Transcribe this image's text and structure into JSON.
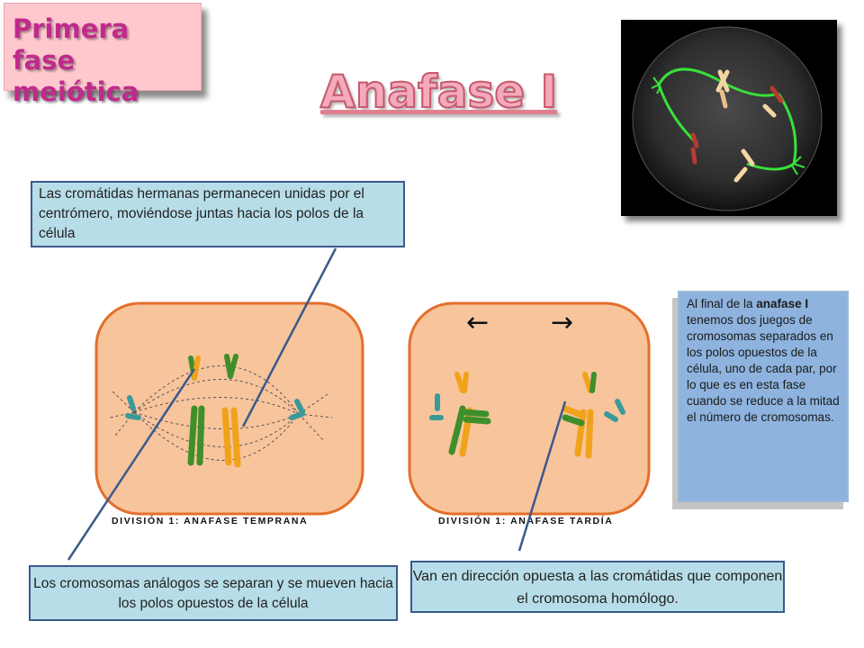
{
  "phase_title": "Primera fase meiótica",
  "main_title": "Anafase I",
  "callouts": {
    "sister_chromatids": "Las cromátidas hermanas permanecen unidas por el centrómero, moviéndose juntas hacia los polos de la célula",
    "homologs_separate": "Los cromosomas análogos se separan y se mueven hacia los polos opuestos de la célula",
    "opposite_direction": "Van en dirección opuesta a las cromátidas que componen el cromosoma homólogo."
  },
  "side_note": {
    "prefix": "Al final de la ",
    "bold": "anafase I",
    "suffix": " tenemos dos juegos de cromosomas separados en los polos opuestos de la célula, uno de cada par, por lo que es en esta fase cuando se reduce a la mitad el número de cromosomas."
  },
  "diagrams": {
    "early_caption": "DIVISIÓN 1: ANAFASE TEMPRANA",
    "late_caption": "DIVISIÓN 1: ANAFASE TARDÍA",
    "left_arrow": "←",
    "right_arrow": "→"
  },
  "colors": {
    "cell_fill": "#f8c49c",
    "cell_border": "#e36f2a",
    "chromosome_green": "#3e8f2a",
    "chromosome_orange": "#f0a21a",
    "centriole_teal": "#3a9a9a",
    "callout_fill": "#b7dde8",
    "side_note_fill": "#8eb3de",
    "title_pink": "#f4aaba"
  }
}
